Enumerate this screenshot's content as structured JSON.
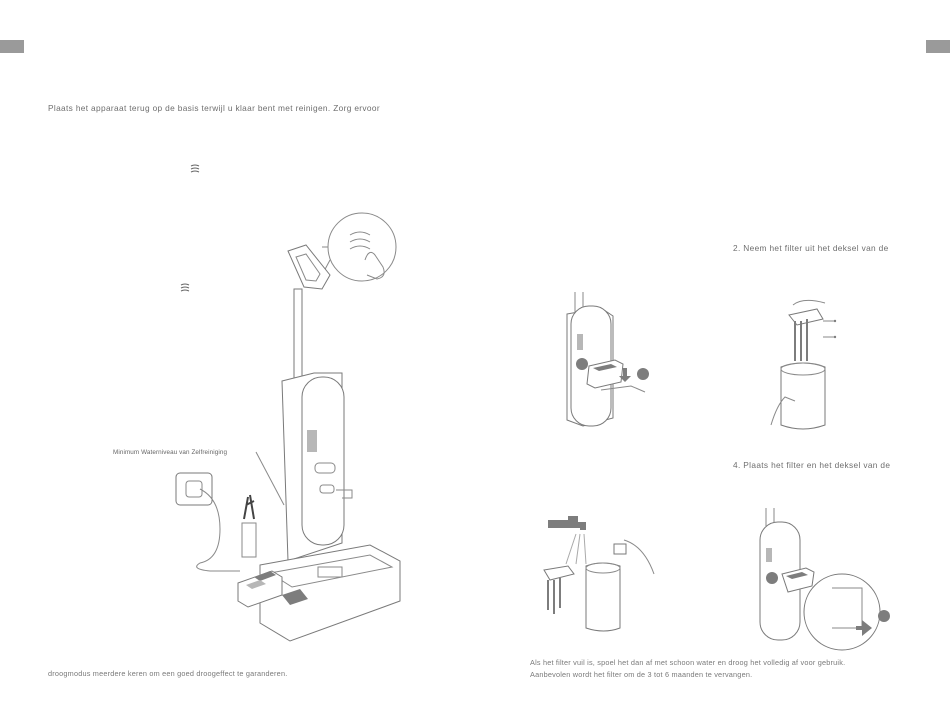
{
  "page": {
    "left": {
      "intro_text": "Plaats het apparaat terug op de basis terwijl u klaar bent met reinigen. Zorg ervoor",
      "icon_1": "dry-mode-icon",
      "icon_2": "dry-mode-icon",
      "callout_label": "Minimum Waterniveau van Zelfreiniging",
      "footer_text": "droogmodus meerdere keren om een goed droogeffect te garanderen."
    },
    "right": {
      "step_2": "2. Neem het filter uit het deksel van de",
      "step_4": "4. Plaats het filter en het deksel van de",
      "footer_line_1": "Als het filter vuil is, spoel het dan af met schoon water en droog het volledig af voor gebruik.",
      "footer_line_2": "Aanbevolen wordt het filter om de 3 tot 6 maanden te vervangen."
    }
  },
  "colors": {
    "tab": "#9a9a9a",
    "line": "#8a8a8a",
    "text": "#6e6e6e"
  }
}
